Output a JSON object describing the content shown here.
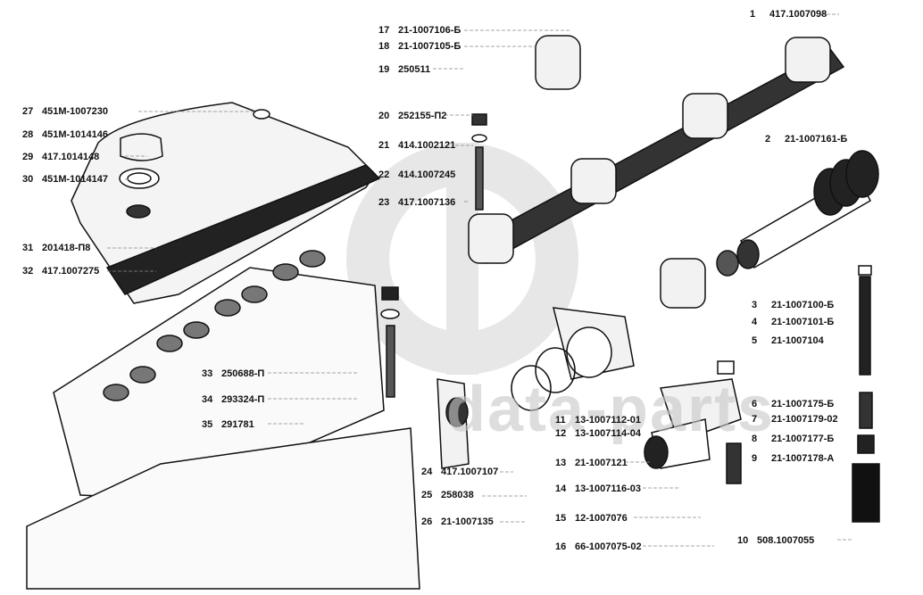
{
  "diagram": {
    "title": "Rocker arm shaft assembly / cylinder head cover exploded view",
    "watermark": "data-parts",
    "colors": {
      "line": "#111111",
      "label": "#111111",
      "watermark": "#c8c8c8",
      "leader": "#888888"
    }
  },
  "parts": [
    {
      "num": "1",
      "code": "417.1007098"
    },
    {
      "num": "2",
      "code": "21-1007161-Б"
    },
    {
      "num": "3",
      "code": "21-1007100-Б"
    },
    {
      "num": "4",
      "code": "21-1007101-Б"
    },
    {
      "num": "5",
      "code": "21-1007104"
    },
    {
      "num": "6",
      "code": "21-1007175-Б"
    },
    {
      "num": "7",
      "code": "21-1007179-02"
    },
    {
      "num": "8",
      "code": "21-1007177-Б"
    },
    {
      "num": "9",
      "code": "21-1007178-А"
    },
    {
      "num": "10",
      "code": "508.1007055"
    },
    {
      "num": "11",
      "code": "13-1007112-01"
    },
    {
      "num": "12",
      "code": "13-1007114-04"
    },
    {
      "num": "13",
      "code": "21-1007121"
    },
    {
      "num": "14",
      "code": "13-1007116-03"
    },
    {
      "num": "15",
      "code": "12-1007076"
    },
    {
      "num": "16",
      "code": "66-1007075-02"
    },
    {
      "num": "17",
      "code": "21-1007106-Б"
    },
    {
      "num": "18",
      "code": "21-1007105-Б"
    },
    {
      "num": "19",
      "code": "250511"
    },
    {
      "num": "20",
      "code": "252155-П2"
    },
    {
      "num": "21",
      "code": "414.1002121"
    },
    {
      "num": "22",
      "code": "414.1007245"
    },
    {
      "num": "23",
      "code": "417.1007136"
    },
    {
      "num": "24",
      "code": "417.1007107"
    },
    {
      "num": "25",
      "code": "258038"
    },
    {
      "num": "26",
      "code": "21-1007135"
    },
    {
      "num": "27",
      "code": "451М-1007230"
    },
    {
      "num": "28",
      "code": "451М-1014146"
    },
    {
      "num": "29",
      "code": "417.1014148"
    },
    {
      "num": "30",
      "code": "451М-1014147"
    },
    {
      "num": "31",
      "code": "201418-П8"
    },
    {
      "num": "32",
      "code": "417.1007275"
    },
    {
      "num": "33",
      "code": "250688-П"
    },
    {
      "num": "34",
      "code": "293324-П"
    },
    {
      "num": "35",
      "code": "291781"
    }
  ]
}
